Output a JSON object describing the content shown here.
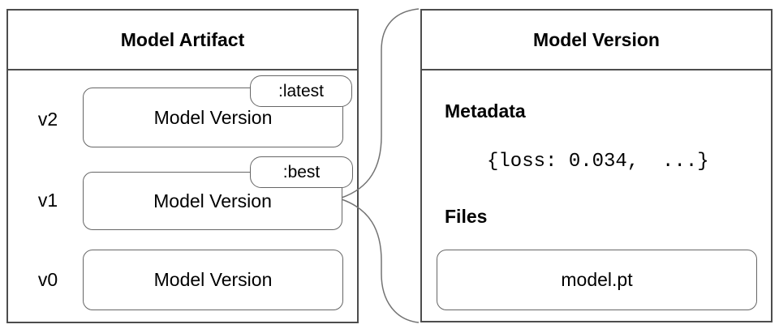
{
  "left_panel": {
    "title": "Model Artifact",
    "versions": [
      {
        "label": "v2",
        "name": "Model Version",
        "tag": ":latest"
      },
      {
        "label": "v1",
        "name": "Model Version",
        "tag": ":best"
      },
      {
        "label": "v0",
        "name": "Model Version"
      }
    ]
  },
  "right_panel": {
    "title": "Model Version",
    "sections": [
      {
        "heading": "Metadata",
        "content": "{loss: 0.034,  ...}"
      },
      {
        "heading": "Files",
        "file": "model.pt"
      }
    ]
  },
  "connector": {
    "links": "v1 Model Version box to Model Version detail panel"
  },
  "colors": {
    "panel_border": "#4d4d4d",
    "box_border": "#666666",
    "connector": "#737373",
    "text": "#000000",
    "background": "#ffffff"
  }
}
